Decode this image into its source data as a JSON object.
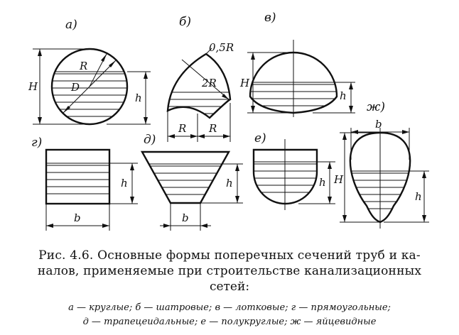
{
  "labels": {
    "a": "а)",
    "b": "б)",
    "v": "в)",
    "g": "г)",
    "d": "д)",
    "e": "е)",
    "zh": "ж)"
  },
  "dims": {
    "H": "H",
    "h": "h",
    "R": "R",
    "D": "D",
    "two_R": "2R",
    "half_R": "0,5R",
    "b": "b"
  },
  "caption": {
    "line1": "Рис. 4.6. Основные формы поперечных сечений труб и ка-",
    "line2": "налов, применяемые при строительстве канализационных",
    "line3": "сетей:"
  },
  "legend": {
    "line1": "а — круглые;  б — шатровые;  в — лотковые;  г — прямоугольные;",
    "line2": "д — трапецеидальные; е — полукруглые; ж — яйцевидные"
  }
}
